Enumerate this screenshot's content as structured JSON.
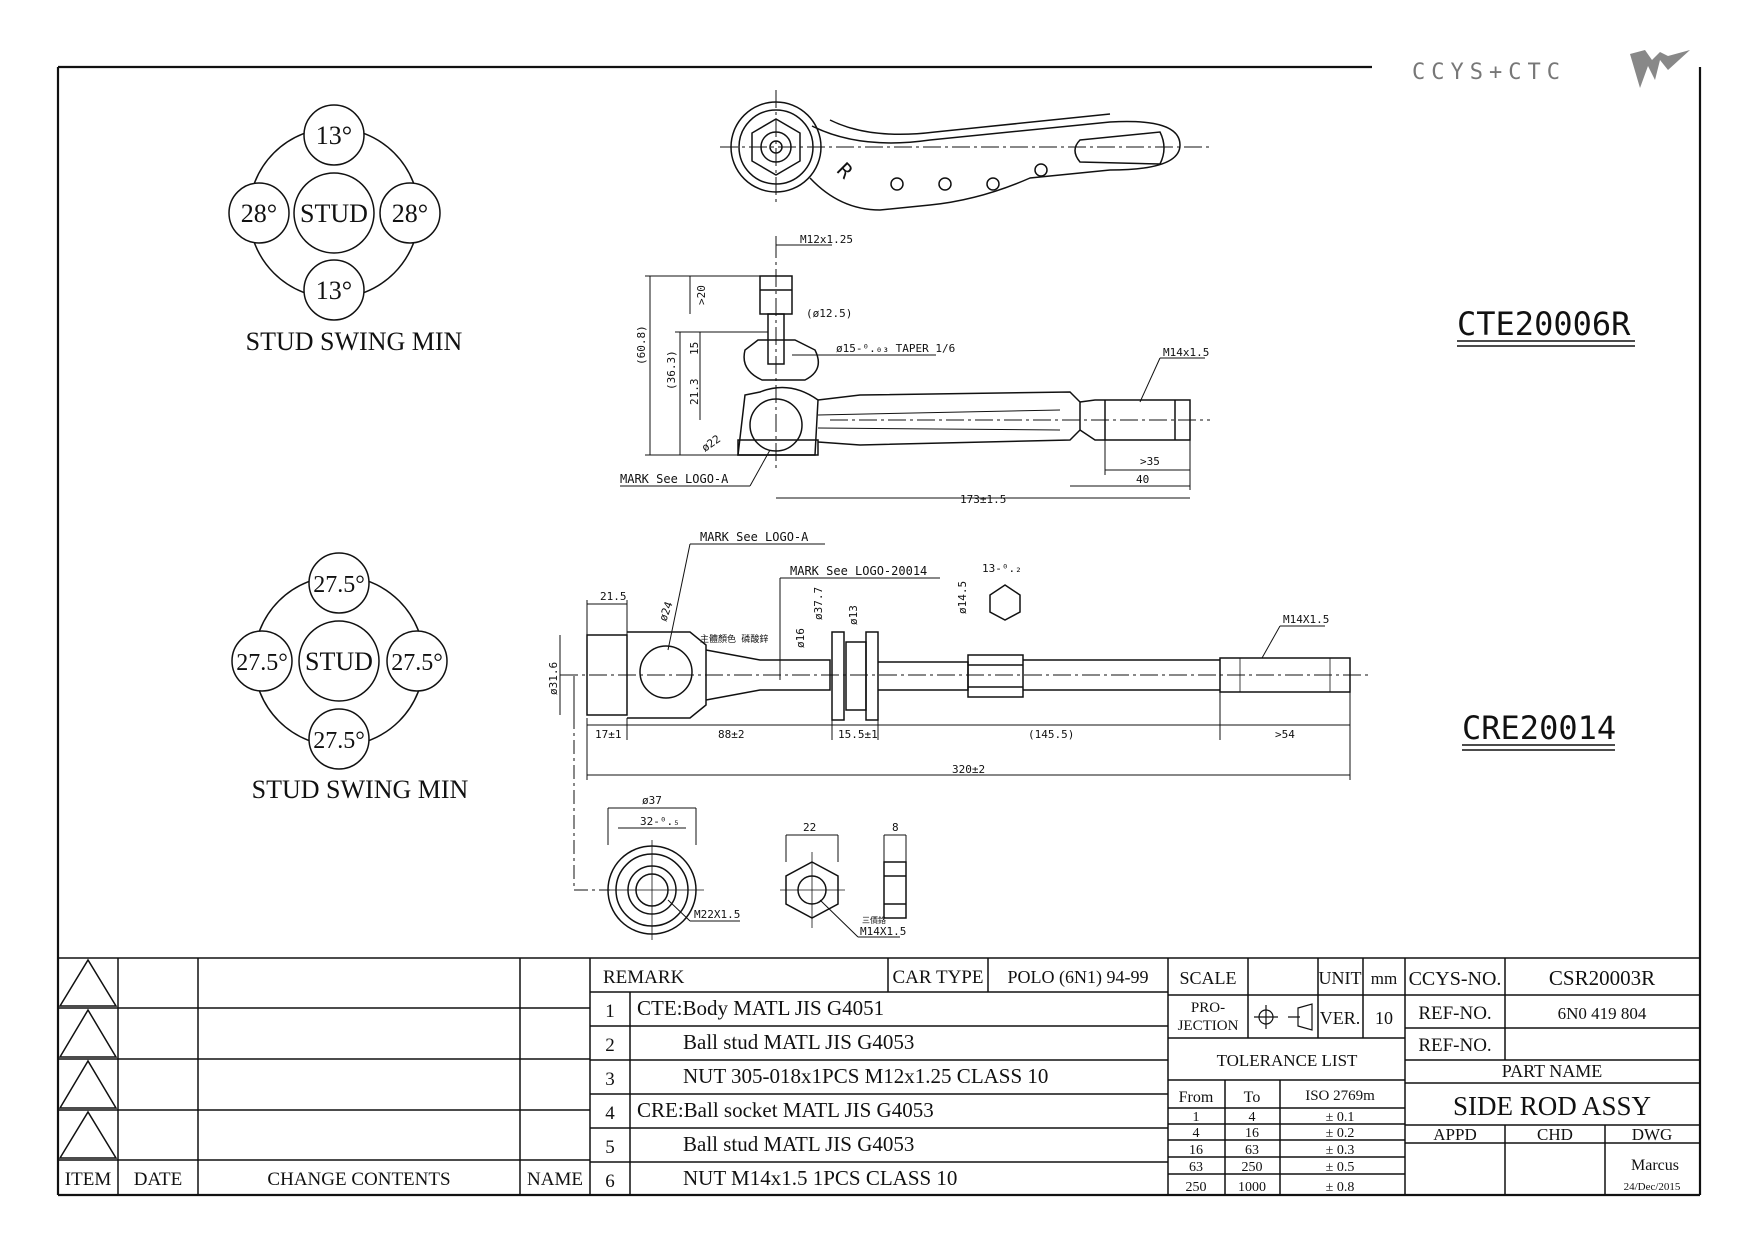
{
  "logo": {
    "text": "CCYS+CTC"
  },
  "swing_top": {
    "top": "13°",
    "left": "28°",
    "center": "STUD",
    "right": "28°",
    "bottom": "13°",
    "caption": "STUD SWING MIN"
  },
  "swing_bottom": {
    "top": "27.5°",
    "left": "27.5°",
    "center": "STUD",
    "right": "27.5°",
    "bottom": "27.5°",
    "caption": "STUD SWING MIN"
  },
  "part_labels": {
    "cte": "CTE20006R",
    "cre": "CRE20014"
  },
  "tie_rod_end": {
    "side_mark": "R",
    "dims": {
      "m12": "M12x1.25",
      "d125": "(ø12.5)",
      "taper": "ø15-⁰.₀₃ TAPER 1/6",
      "m14": "M14x1.5",
      "d20": ">20",
      "d608": "(60.8)",
      "d15": "15",
      "d363": "(36.3)",
      "d213": "21.3",
      "d22": "ø22",
      "mark": "MARK See LOGO-A",
      "d35": ">35",
      "d40": "40",
      "d173": "173±1.5"
    }
  },
  "inner_rod": {
    "dims": {
      "markA": "MARK See LOGO-A",
      "mark20014": "MARK See LOGO-20014",
      "d215": "21.5",
      "d24": "ø24",
      "cn": "主體顏色 磷酸鋅",
      "d16": "ø16",
      "d377": "ø37.7",
      "d13": "ø13",
      "d145": "ø14.5",
      "d13hex": "13-⁰.₂",
      "m14": "M14X1.5",
      "d316": "ø31.6",
      "d17": "17±1",
      "d88": "88±2",
      "d155": "15.5±1",
      "d1455": "(145.5)",
      "d54": ">54",
      "d320": "320±2"
    }
  },
  "nuts": {
    "d37": "ø37",
    "d32": "32-⁰.₅",
    "m22": "M22X1.5",
    "d22": "22",
    "d8": "8",
    "cn": "三價鉻",
    "m14": "M14X1.5"
  },
  "revisions": {
    "headers": [
      "ITEM",
      "DATE",
      "CHANGE CONTENTS",
      "NAME"
    ]
  },
  "remarks": {
    "header": "REMARK",
    "car_type_label": "CAR TYPE",
    "car_type": "POLO (6N1) 94-99",
    "rows": [
      {
        "no": "1",
        "text": "CTE:Body MATL JIS G4051"
      },
      {
        "no": "2",
        "text": "Ball stud MATL JIS G4053"
      },
      {
        "no": "3",
        "text": "NUT 305-018x1PCS M12x1.25 CLASS 10"
      },
      {
        "no": "4",
        "text": "CRE:Ball socket MATL JIS G4053"
      },
      {
        "no": "5",
        "text": "Ball stud MATL JIS G4053"
      },
      {
        "no": "6",
        "text": "NUT M14x1.5 1PCS CLASS 10"
      }
    ]
  },
  "title_block": {
    "scale_label": "SCALE",
    "unit_label": "UNIT",
    "unit": "mm",
    "projection_label_1": "PRO-",
    "projection_label_2": "JECTION",
    "ver_label": "VER.",
    "ver": "10",
    "tolerance_title": "TOLERANCE LIST",
    "tol_headers": [
      "From",
      "To",
      "ISO 2769m"
    ],
    "tol_rows": [
      [
        "1",
        "4",
        "± 0.1"
      ],
      [
        "4",
        "16",
        "± 0.2"
      ],
      [
        "16",
        "63",
        "± 0.3"
      ],
      [
        "63",
        "250",
        "± 0.5"
      ],
      [
        "250",
        "1000",
        "± 0.8"
      ]
    ],
    "ccys_no_label": "CCYS-NO.",
    "ccys_no": "CSR20003R",
    "ref_no_label": "REF-NO.",
    "ref_no": "6N0 419 804",
    "ref_no2_label": "REF-NO.",
    "part_name_label": "PART NAME",
    "part_name": "SIDE ROD ASSY",
    "appd": "APPD",
    "chd": "CHD",
    "dwg": "DWG",
    "drawer": "Marcus",
    "date": "24/Dec/2015"
  }
}
